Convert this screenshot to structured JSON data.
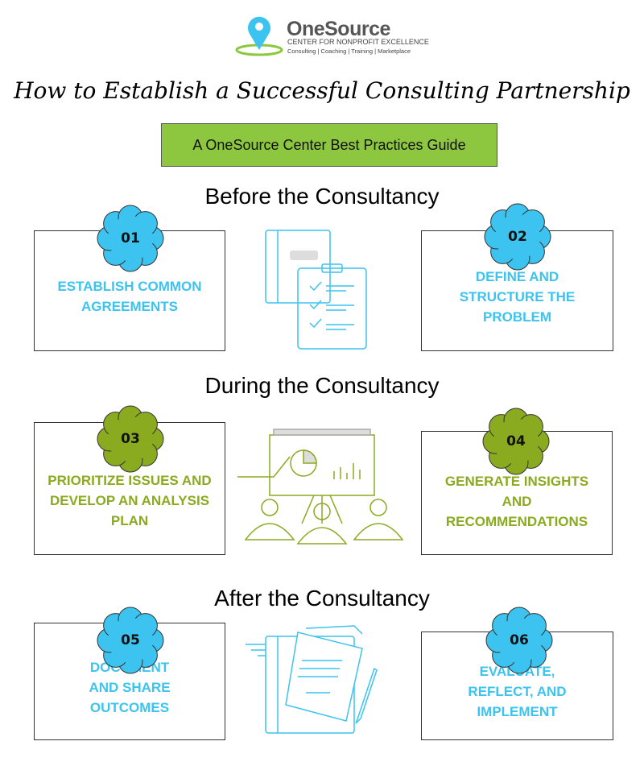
{
  "logo": {
    "name": "OneSource",
    "subtitle": "CENTER FOR NONPROFIT EXCELLENCE",
    "tagline": "Consulting | Coaching | Training | Marketplace"
  },
  "title": "How to Establish a Successful Consulting Partnership",
  "subtitle": "A OneSource Center Best Practices Guide",
  "colors": {
    "blue": "#3cc3ef",
    "green": "#8dc63f",
    "olive": "#8aaa1f"
  },
  "sections": [
    {
      "heading": "Before the Consultancy",
      "steps": [
        {
          "num": "01",
          "label": "ESTABLISH COMMON AGREEMENTS"
        },
        {
          "num": "02",
          "label": "DEFINE AND STRUCTURE THE PROBLEM"
        }
      ],
      "icon": "checklist-clipboard-icon"
    },
    {
      "heading": "During the Consultancy",
      "steps": [
        {
          "num": "03",
          "label": "PRIORITIZE ISSUES AND DEVELOP AN ANALYSIS PLAN"
        },
        {
          "num": "04",
          "label": "GENERATE INSIGHTS AND RECOMMENDATIONS"
        }
      ],
      "icon": "presentation-audience-icon"
    },
    {
      "heading": "After the Consultancy",
      "steps": [
        {
          "num": "05",
          "label": "DOCUMENT AND SHARE OUTCOMES"
        },
        {
          "num": "06",
          "label": "EVALUATE, REFLECT, AND IMPLEMENT"
        }
      ],
      "icon": "documents-pen-icon"
    }
  ]
}
